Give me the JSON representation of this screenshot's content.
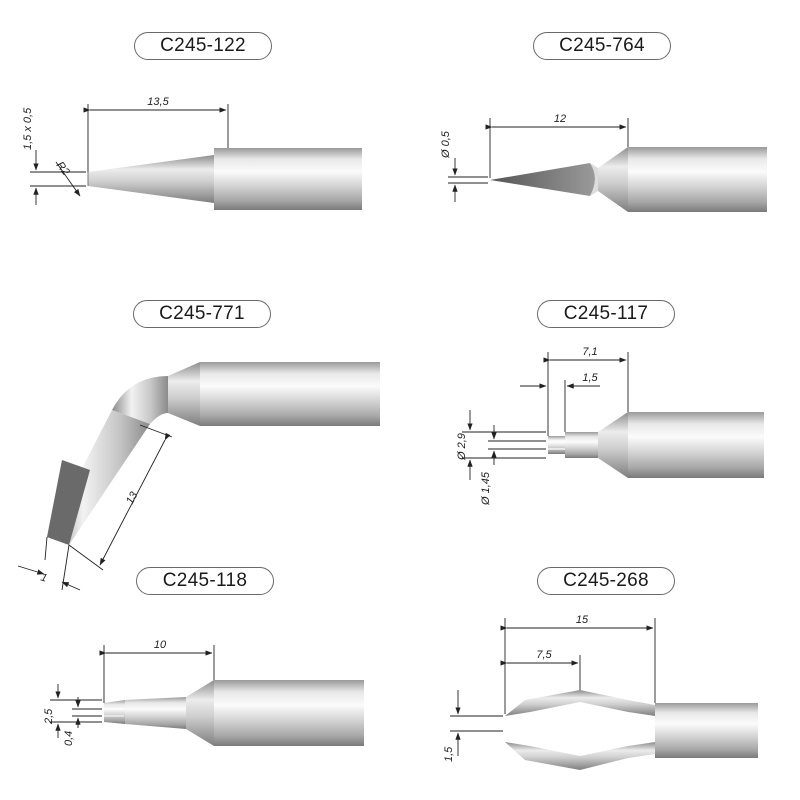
{
  "tips": [
    {
      "model": "C245-122",
      "dims": {
        "length": "13,5",
        "thickness": "1,5 x 0,5",
        "radius": "R2"
      }
    },
    {
      "model": "C245-764",
      "dims": {
        "length": "12",
        "diameter": "Ø 0,5"
      }
    },
    {
      "model": "C245-771",
      "dims": {
        "length": "13",
        "width": "1"
      }
    },
    {
      "model": "C245-117",
      "dims": {
        "length": "7,1",
        "step": "1,5",
        "outer": "Ø 2,9",
        "inner": "Ø 1,45"
      }
    },
    {
      "model": "C245-118",
      "dims": {
        "length": "10",
        "outer": "2,5",
        "inner": "0,4"
      }
    },
    {
      "model": "C245-268",
      "dims": {
        "length": "15",
        "half": "7,5",
        "gap": "1,5"
      }
    }
  ],
  "colors": {
    "metal_light": "#f4f4f4",
    "metal_mid": "#c4c4c4",
    "metal_dark": "#7e7e7e",
    "pill_border": "#6a6a6a"
  }
}
